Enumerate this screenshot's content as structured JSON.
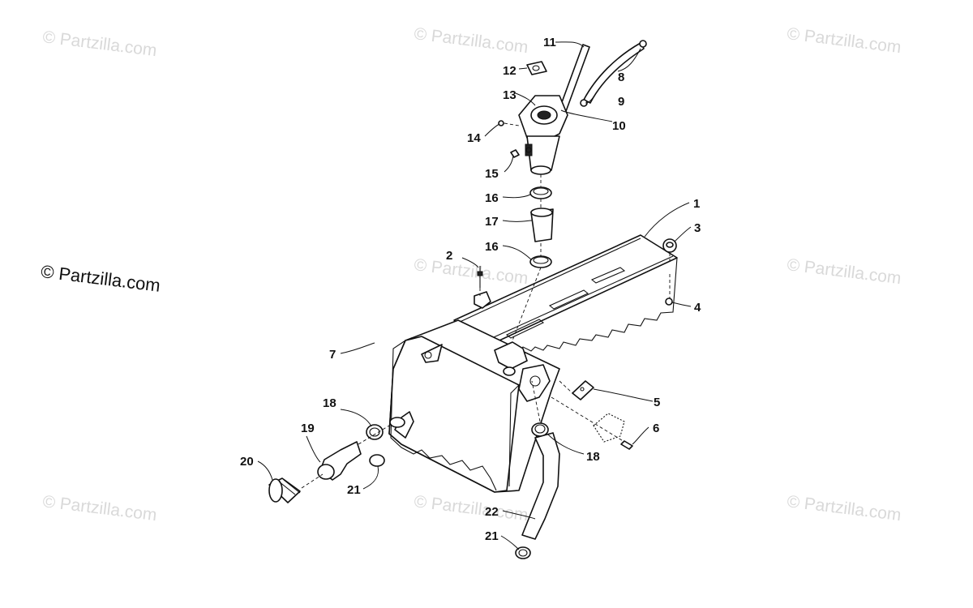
{
  "watermarks": [
    "© Partzilla.com",
    "© Partzilla.com",
    "© Partzilla.com",
    "© Partzilla.com",
    "© Partzilla.com",
    "© Partzilla.com",
    "© Partzilla.com",
    "© Partzilla.com"
  ],
  "copyright": "© Partzilla.com",
  "callouts": [
    "1",
    "2",
    "3",
    "4",
    "5",
    "6",
    "7",
    "8",
    "9",
    "10",
    "11",
    "12",
    "13",
    "14",
    "15",
    "16",
    "16",
    "17",
    "18",
    "18",
    "19",
    "20",
    "21",
    "21",
    "22"
  ]
}
